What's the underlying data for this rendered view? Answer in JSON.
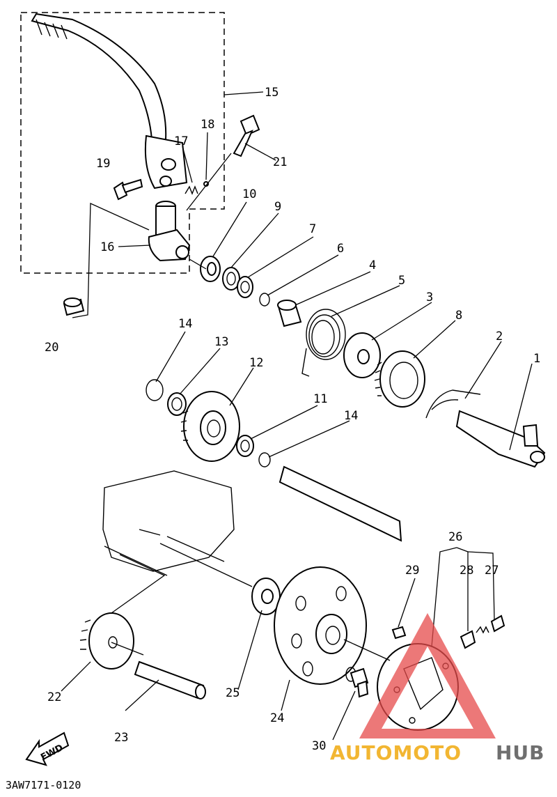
{
  "diagram": {
    "code": "3AW7171-0120",
    "fwd_label": "FWD",
    "callouts": [
      "1",
      "2",
      "3",
      "4",
      "5",
      "6",
      "7",
      "8",
      "9",
      "10",
      "11",
      "12",
      "13",
      "14",
      "14",
      "15",
      "16",
      "17",
      "18",
      "19",
      "20",
      "21",
      "22",
      "23",
      "24",
      "25",
      "26",
      "27",
      "28",
      "29",
      "30"
    ]
  },
  "watermark": {
    "part1": "AUTOMOTO",
    "part2": "HUB",
    "color_primary": "#f2b632",
    "color_secondary": "#6f6f6f",
    "triangle_color": "#e54b4b"
  }
}
